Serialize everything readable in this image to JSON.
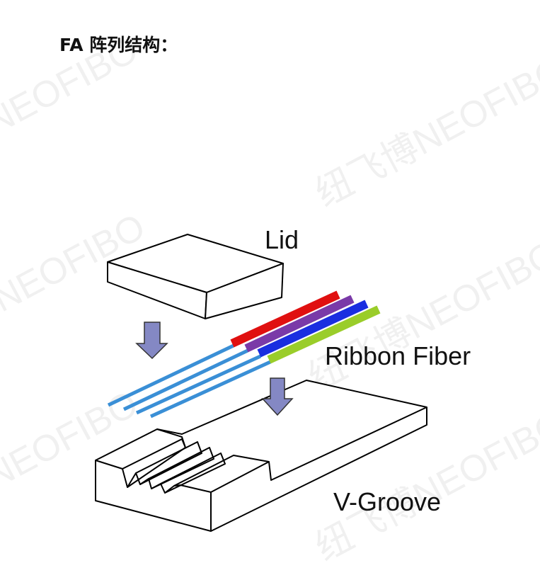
{
  "title": "FA 阵列结构：",
  "labels": {
    "lid": "Lid",
    "ribbon_fiber": "Ribbon Fiber",
    "v_groove": "V-Groove"
  },
  "watermark": {
    "text_cn_en": "纽飞博NEOFIBO",
    "text_en": "NEOFIBO"
  },
  "colors": {
    "arrow": "#8488c4",
    "fiber": "#3a8fd6",
    "jackets": [
      "#e01010",
      "#7a3aa8",
      "#1a2ee0",
      "#9acd2a"
    ]
  }
}
